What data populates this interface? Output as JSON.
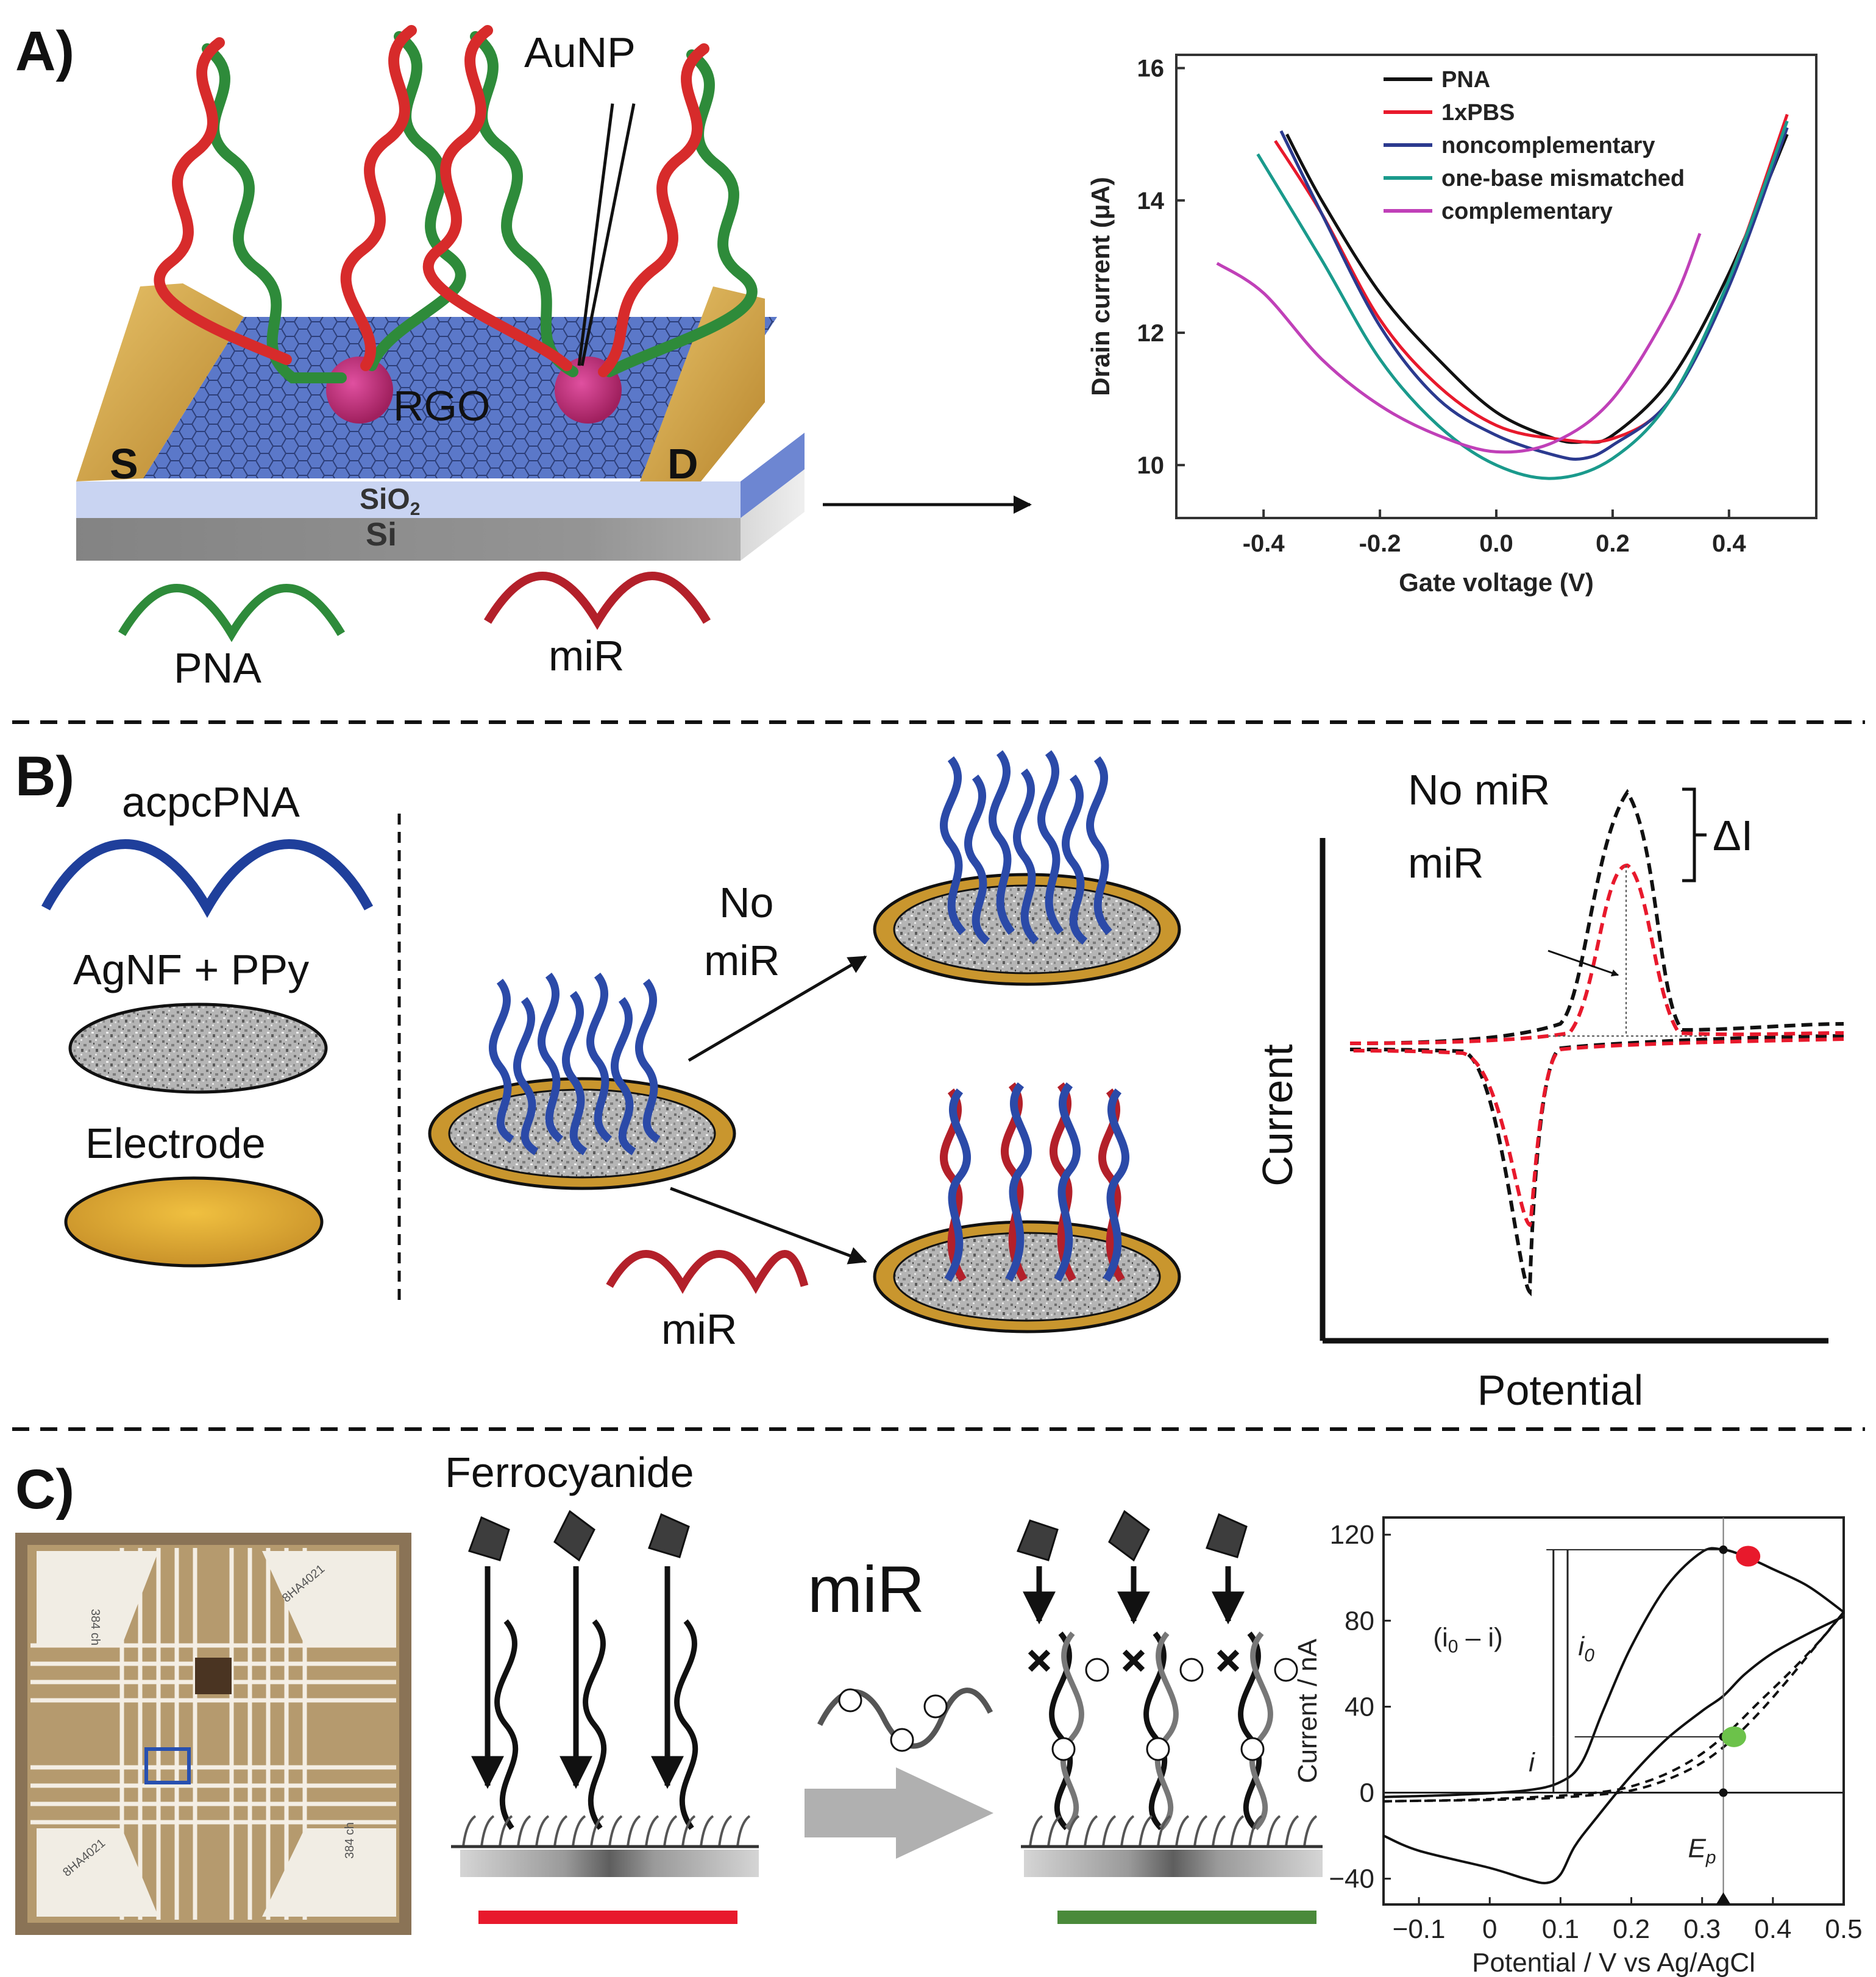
{
  "panels": {
    "a": {
      "letter": "A)",
      "labels": {
        "aunp": "AuNP",
        "rgo": "RGO",
        "s": "S",
        "d": "D",
        "sio2": "SiO",
        "sio2_sub": "2",
        "si": "Si",
        "pna": "PNA",
        "mir": "miR"
      }
    },
    "b": {
      "letter": "B)",
      "legend": {
        "acpcpna": "acpcPNA",
        "agnf": "AgNF + PPy",
        "electrode": "Electrode"
      },
      "flow": {
        "no_mir_1": "No",
        "no_mir_2": "miR",
        "mir": "miR"
      },
      "cv": {
        "no_mir": "No miR",
        "mir": "miR",
        "delta": "ΔI",
        "ylabel": "Current",
        "xlabel": "Potential"
      }
    },
    "c": {
      "letter": "C)",
      "ferro": "Ferrocyanide",
      "mir": "miR",
      "chip_text": [
        "384 ch",
        "8HA4021"
      ]
    }
  },
  "colors": {
    "gold": "#c9a24a",
    "graphene": "#5b78c9",
    "rgo_ball": "#c2327a",
    "pna_green": "#2e8b3a",
    "mir_red": "#b3202a",
    "acpc_blue": "#1f3f9b",
    "red_bar": "#e8192c",
    "green_bar": "#4a8a3a",
    "marker_red": "#e8192c",
    "marker_green": "#6cc24a"
  },
  "chart_data": [
    {
      "type": "line",
      "title": "",
      "xlabel": "Gate voltage (V)",
      "ylabel": "Drain current (μA)",
      "xlim": [
        -0.55,
        0.55
      ],
      "ylim": [
        9.2,
        16.2
      ],
      "xticks": [
        -0.4,
        -0.2,
        0.0,
        0.2,
        0.4
      ],
      "xtick_labels": [
        "-0.4",
        "-0.2",
        "0.0",
        "0.2",
        "0.4"
      ],
      "yticks": [
        10,
        12,
        14,
        16
      ],
      "ytick_labels": [
        "10",
        "12",
        "14",
        "16"
      ],
      "legend": "top-right",
      "series": [
        {
          "name": "PNA",
          "color": "#111111",
          "x": [
            -0.36,
            -0.3,
            -0.2,
            -0.1,
            0.0,
            0.1,
            0.15,
            0.2,
            0.3,
            0.4,
            0.5
          ],
          "y": [
            15.0,
            14.0,
            12.6,
            11.6,
            10.8,
            10.4,
            10.35,
            10.45,
            11.3,
            12.9,
            15.0
          ]
        },
        {
          "name": "1xPBS",
          "color": "#e8192c",
          "x": [
            -0.38,
            -0.3,
            -0.2,
            -0.1,
            0.0,
            0.1,
            0.2,
            0.3,
            0.4,
            0.5
          ],
          "y": [
            14.9,
            13.8,
            12.2,
            11.2,
            10.6,
            10.4,
            10.4,
            11.0,
            12.8,
            15.3
          ]
        },
        {
          "name": "noncomplementary",
          "color": "#2b3a8f",
          "x": [
            -0.37,
            -0.3,
            -0.2,
            -0.1,
            0.0,
            0.1,
            0.15,
            0.2,
            0.3,
            0.4,
            0.5
          ],
          "y": [
            15.05,
            13.8,
            12.1,
            11.0,
            10.45,
            10.15,
            10.1,
            10.3,
            11.0,
            12.7,
            15.1
          ]
        },
        {
          "name": "one-base mismatched",
          "color": "#1a9a8c",
          "x": [
            -0.41,
            -0.3,
            -0.2,
            -0.1,
            0.0,
            0.1,
            0.2,
            0.3,
            0.4,
            0.5
          ],
          "y": [
            14.7,
            13.1,
            11.6,
            10.6,
            10.0,
            9.8,
            10.1,
            11.0,
            12.8,
            15.2
          ]
        },
        {
          "name": "complementary",
          "color": "#c040b8",
          "x": [
            -0.48,
            -0.4,
            -0.3,
            -0.2,
            -0.1,
            0.0,
            0.1,
            0.2,
            0.3,
            0.35
          ],
          "y": [
            13.05,
            12.6,
            11.6,
            10.9,
            10.45,
            10.2,
            10.35,
            11.0,
            12.4,
            13.5
          ]
        }
      ]
    },
    {
      "type": "line",
      "title": "",
      "xlabel": "Potential",
      "ylabel": "Current",
      "series": [
        {
          "name": "No miR",
          "color": "#111111",
          "style": "dashed"
        },
        {
          "name": "miR",
          "color": "#e8192c",
          "style": "dashed"
        }
      ]
    },
    {
      "type": "line",
      "title": "",
      "xlabel": "Potential / V vs Ag/AgCl",
      "ylabel": "Current / nA",
      "xlim": [
        -0.15,
        0.5
      ],
      "ylim": [
        -52,
        128
      ],
      "xticks": [
        -0.1,
        0,
        0.1,
        0.2,
        0.3,
        0.4,
        0.5
      ],
      "xtick_labels": [
        "−0.1",
        "0",
        "0.1",
        "0.2",
        "0.3",
        "0.4",
        "0.5"
      ],
      "yticks": [
        -40,
        0,
        40,
        80,
        120
      ],
      "ytick_labels": [
        "−40",
        "0",
        "40",
        "80",
        "120"
      ],
      "annotations": {
        "ep": "E",
        "ep_sub": "p",
        "i0_minus_i": "(i",
        "i0_minus_i_sub": "0",
        "i0_minus_i_tail": " – i)",
        "i0": "i",
        "i0_sub": "0",
        "i": "i"
      },
      "series": [
        {
          "name": "",
          "style": "solid",
          "x": [
            -0.15,
            -0.1,
            0.0,
            0.05,
            0.08,
            0.1,
            0.12,
            0.15,
            0.2,
            0.25,
            0.3,
            0.33,
            0.36,
            0.4,
            0.45,
            0.5
          ],
          "y": [
            -20,
            -27,
            -35,
            -40,
            -42,
            -38,
            -25,
            -12,
            8,
            25,
            38,
            45,
            55,
            65,
            74,
            82
          ]
        },
        {
          "name": "",
          "style": "solid",
          "x": [
            -0.15,
            -0.05,
            0.05,
            0.1,
            0.13,
            0.16,
            0.2,
            0.25,
            0.3,
            0.33,
            0.36,
            0.4,
            0.45,
            0.5
          ],
          "y": [
            -2,
            -1,
            1,
            5,
            14,
            38,
            68,
            96,
            112,
            113,
            110,
            104,
            96,
            84
          ]
        },
        {
          "name": "",
          "style": "dashed",
          "x": [
            -0.15,
            0.0,
            0.15,
            0.22,
            0.28,
            0.33,
            0.38,
            0.43,
            0.47,
            0.5
          ],
          "y": [
            -4,
            -3,
            0,
            5,
            14,
            26,
            42,
            58,
            72,
            84
          ]
        },
        {
          "name": "",
          "style": "dashed",
          "x": [
            0.5,
            0.46,
            0.42,
            0.38,
            0.34,
            0.3,
            0.25,
            0.2,
            0.15,
            0.05,
            -0.15
          ],
          "y": [
            84,
            68,
            52,
            37,
            24,
            14,
            6,
            1,
            -1,
            -3,
            -4
          ]
        }
      ],
      "markers": [
        {
          "color": "#e8192c",
          "x": 0.365,
          "y": 110
        },
        {
          "color": "#6cc24a",
          "x": 0.345,
          "y": 26
        }
      ]
    }
  ]
}
